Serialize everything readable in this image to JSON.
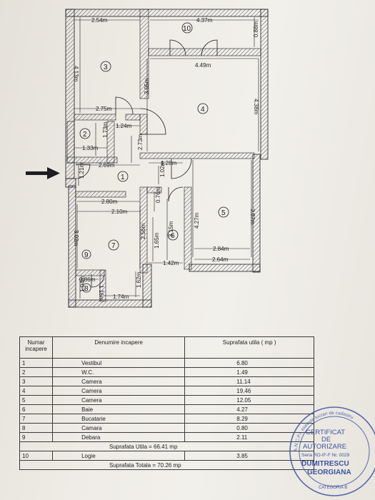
{
  "plan": {
    "dims": [
      "2.54m",
      "4.37m",
      "0.88m",
      "4.13m",
      "4.49m",
      "3.05m",
      "4.38m",
      "2.75m",
      "1.24m",
      "1.73m",
      "1.33m",
      "2.73m",
      "2.69m",
      "1.28m",
      "1.21m",
      "1.02m",
      "0.76m",
      "2.80m",
      "2.10m",
      "3.02m",
      "2.56m",
      "3.15m",
      "4.27m",
      "3.87m",
      "1.65m",
      "2.84m",
      "2.64m",
      "1.42m",
      "0.86m",
      "1.62m",
      "1.04m",
      "1.16m",
      "1.74m"
    ],
    "rooms": [
      "1",
      "2",
      "3",
      "4",
      "5",
      "6",
      "7",
      "8",
      "9",
      "10"
    ]
  },
  "table": {
    "headers": [
      "Numar incapere",
      "Denumire incapere",
      "Suprafata utila ( mp )"
    ],
    "rows": [
      [
        "1",
        "Vestibul",
        "6.80"
      ],
      [
        "2",
        "W.C.",
        "1.49"
      ],
      [
        "3",
        "Camera",
        "11.14"
      ],
      [
        "4",
        "Camera",
        "19.46"
      ],
      [
        "5",
        "Camera",
        "12.05"
      ],
      [
        "6",
        "Baie",
        "4.27"
      ],
      [
        "7",
        "Bucatarie",
        "8.29"
      ],
      [
        "8",
        "Camara",
        "0.80"
      ],
      [
        "9",
        "Debara",
        "2.11"
      ]
    ],
    "suprafata_utila": "Suprafata Utila = 66.41 mp",
    "logie_row": [
      "10",
      "Logie",
      "3.85"
    ],
    "suprafata_totala": "Suprafata Totala = 70.26 mp"
  },
  "stamp": {
    "ring_text": "A.N.C.P.I. execute lucrari de cadastru",
    "lines": [
      "CERTIFICAT",
      "DE",
      "AUTORIZARE",
      "Seria RO-IF-F Nr. 0029",
      "DUMITRESCU",
      "GEORGIANA",
      "CATEGORIA B"
    ]
  },
  "colors": {
    "ink": "#1d1d24",
    "wall_hatch": "#555560",
    "stamp": "#3c52a0"
  }
}
